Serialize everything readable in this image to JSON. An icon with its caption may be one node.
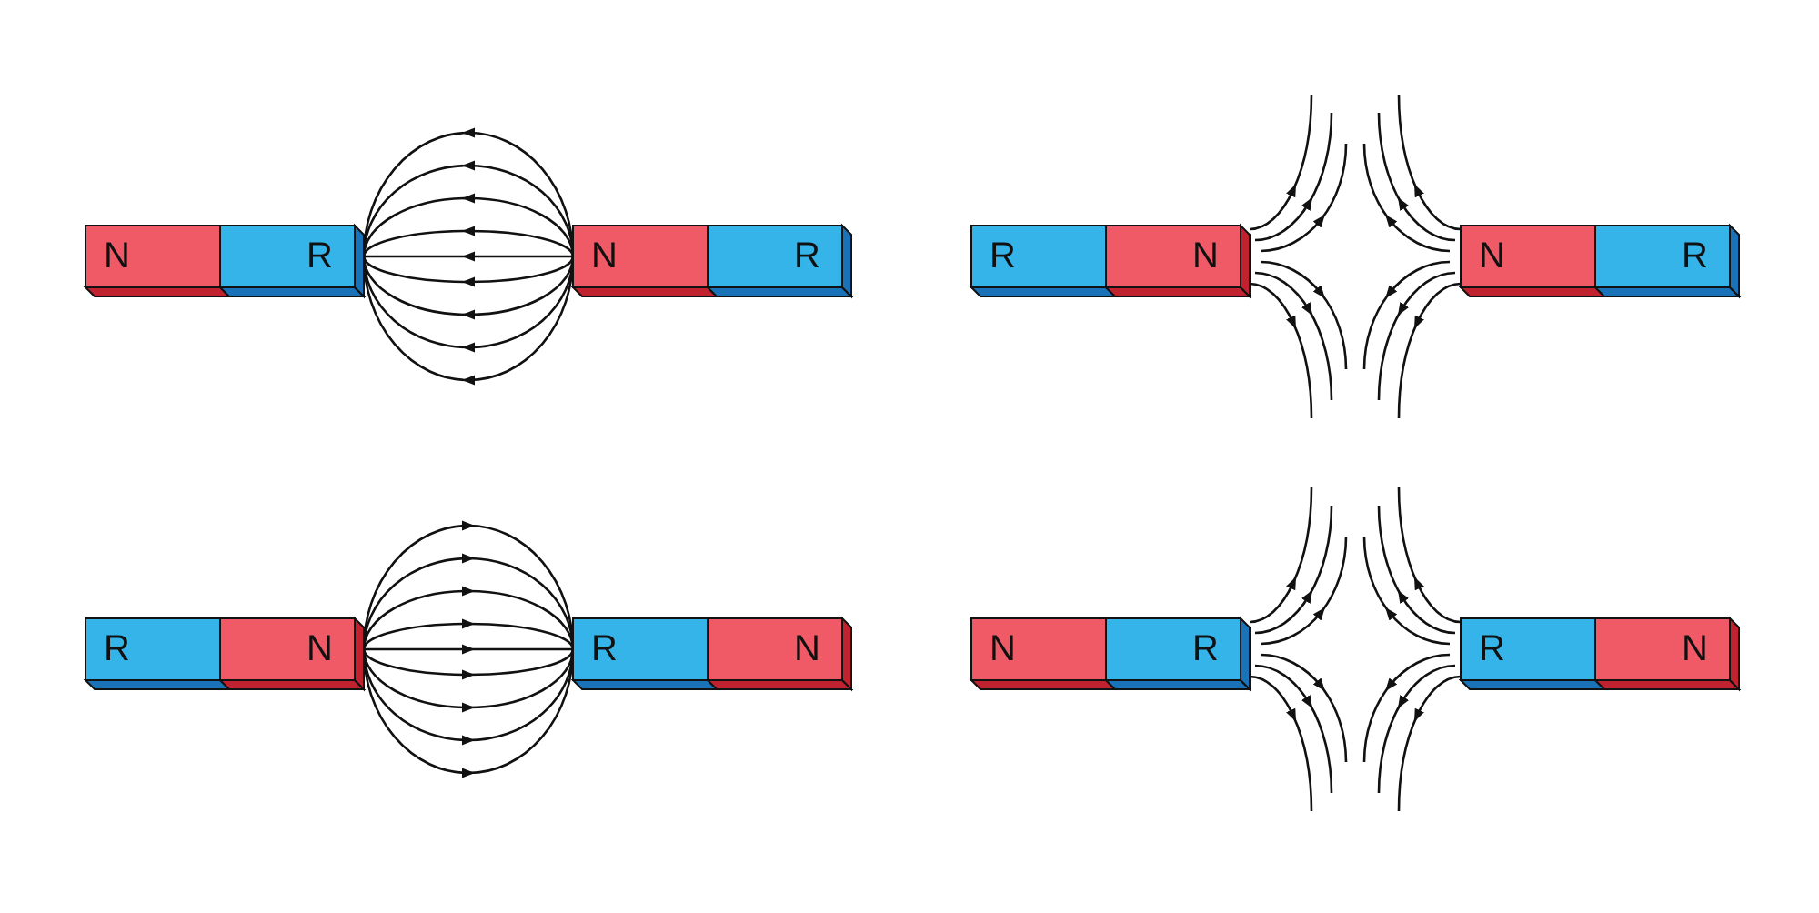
{
  "diagram": {
    "nodes": [
      {
        "text": [
          "N"
        ]
      },
      {
        "text": [
          "R"
        ]
      },
      {
        "text": [
          "N"
        ]
      },
      {
        "text": [
          "R"
        ]
      },
      {
        "text": [
          "R"
        ]
      },
      {
        "text": [
          "N"
        ]
      },
      {
        "text": [
          "N"
        ]
      },
      {
        "text": [
          "R"
        ]
      },
      {
        "text": [
          "R"
        ]
      },
      {
        "text": [
          "N"
        ]
      },
      {
        "text": [
          "R"
        ]
      },
      {
        "text": [
          "N"
        ]
      },
      {
        "text": [
          "N"
        ]
      },
      {
        "text": [
          "R"
        ]
      },
      {
        "text": [
          "R"
        ]
      },
      {
        "text": [
          "N"
        ]
      }
    ]
  }
}
